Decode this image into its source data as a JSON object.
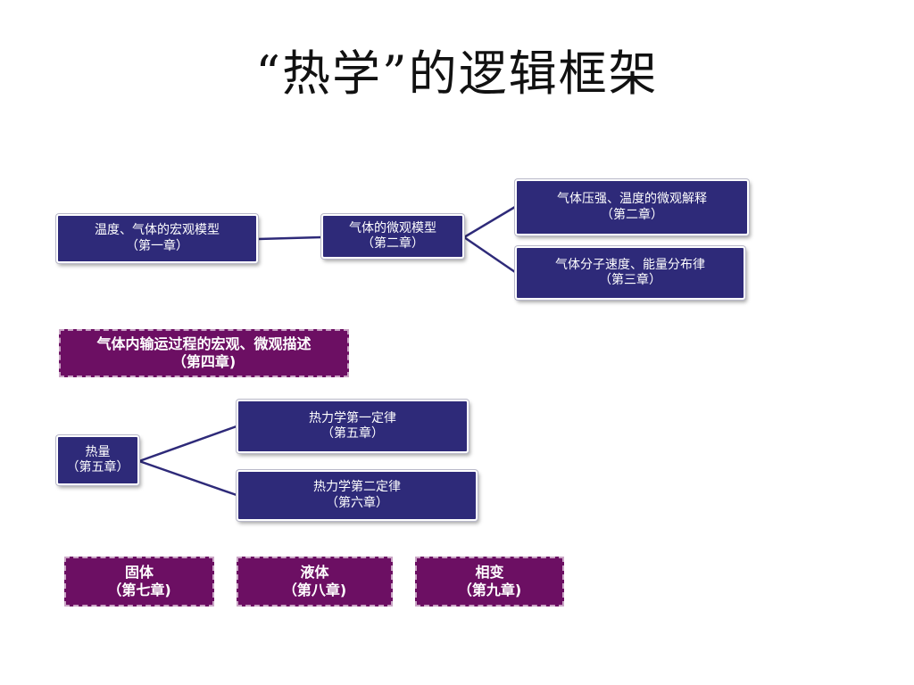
{
  "title": "“热学”的逻辑框架",
  "nodes": {
    "temp_macro": {
      "line1": "温度、气体的宏观模型",
      "line2": "（第一章）"
    },
    "gas_micro": {
      "line1": "气体的微观模型",
      "line2": "（第二章）"
    },
    "pressure_micro": {
      "line1": "气体压强、温度的微观解释",
      "line2": "（第二章）"
    },
    "speed_energy": {
      "line1": "气体分子速度、能量分布律",
      "line2": "（第三章）"
    },
    "transport": {
      "line1": "气体内输运过程的宏观、微观描述",
      "line2": "（第四章)"
    },
    "heat": {
      "line1": "热量",
      "line2": "（第五章）"
    },
    "first_law": {
      "line1": "热力学第一定律",
      "line2": "（第五章）"
    },
    "second_law": {
      "line1": "热力学第二定律",
      "line2": "（第六章）"
    },
    "solid": {
      "line1": "固体",
      "line2": "（第七章)"
    },
    "liquid": {
      "line1": "液体",
      "line2": "（第八章)"
    },
    "phase": {
      "line1": "相变",
      "line2": "（第九章)"
    }
  },
  "colors": {
    "blue_box": "#2e2a79",
    "purple_box": "#6c0f63",
    "connector": "#2e2a79"
  }
}
